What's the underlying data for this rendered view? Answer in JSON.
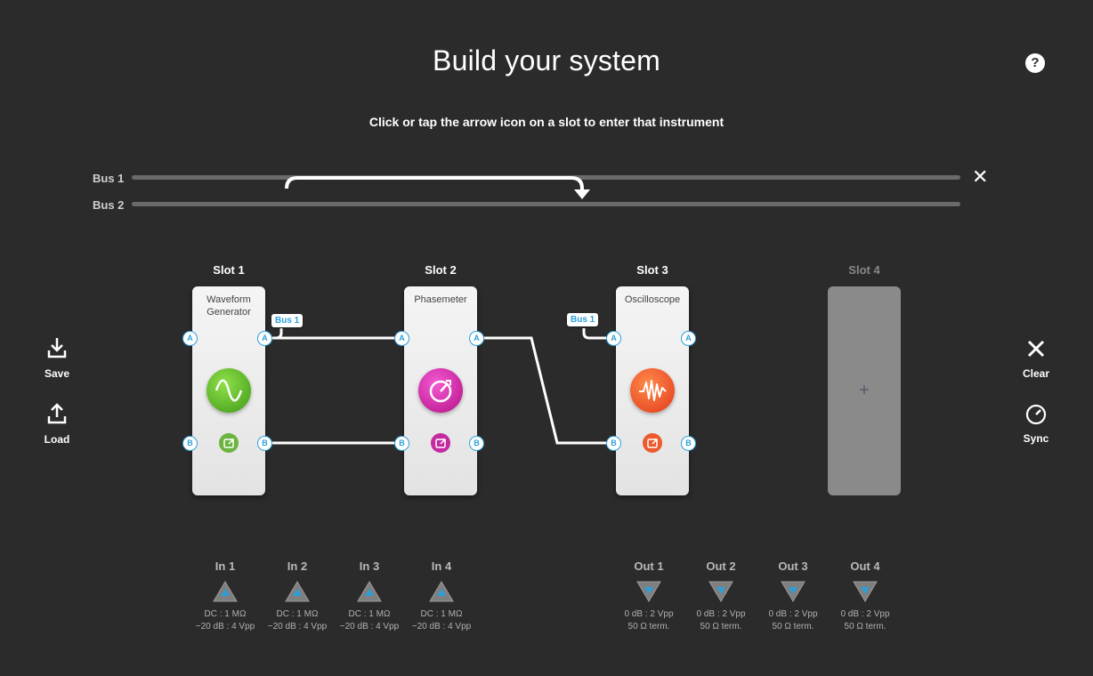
{
  "page": {
    "title": "Build your system",
    "subtitle": "Click or tap the arrow icon on a slot to enter that instrument",
    "help_icon": "?"
  },
  "buses": {
    "labels": [
      "Bus 1",
      "Bus 2"
    ],
    "close_icon": "✕"
  },
  "slots": [
    {
      "label": "Slot 1",
      "instrument": "Waveform Generator",
      "icon": "sine-wave-icon",
      "color": "#5cb02e"
    },
    {
      "label": "Slot 2",
      "instrument": "Phasemeter",
      "icon": "gauge-icon",
      "color": "#d21aa3"
    },
    {
      "label": "Slot 3",
      "instrument": "Oscilloscope",
      "icon": "waveform-icon",
      "color": "#f0542a"
    },
    {
      "label": "Slot 4",
      "instrument": "",
      "empty_icon": "+"
    }
  ],
  "ports": {
    "a": "A",
    "b": "B"
  },
  "bus_tags": [
    "Bus 1",
    "Bus 1"
  ],
  "left_actions": [
    {
      "label": "Save",
      "icon": "download-icon"
    },
    {
      "label": "Load",
      "icon": "upload-icon"
    }
  ],
  "right_actions": [
    {
      "label": "Clear",
      "icon": "close-icon"
    },
    {
      "label": "Sync",
      "icon": "gauge-icon"
    }
  ],
  "inputs": [
    {
      "name": "In 1",
      "spec1": "DC : 1 MΩ",
      "spec2": "−20 dB : 4 Vpp"
    },
    {
      "name": "In 2",
      "spec1": "DC : 1 MΩ",
      "spec2": "−20 dB : 4 Vpp"
    },
    {
      "name": "In 3",
      "spec1": "DC : 1 MΩ",
      "spec2": "−20 dB : 4 Vpp"
    },
    {
      "name": "In 4",
      "spec1": "DC : 1 MΩ",
      "spec2": "−20 dB : 4 Vpp"
    }
  ],
  "outputs": [
    {
      "name": "Out 1",
      "spec1": "0 dB : 2 Vpp",
      "spec2": "50 Ω term."
    },
    {
      "name": "Out 2",
      "spec1": "0 dB : 2 Vpp",
      "spec2": "50 Ω term."
    },
    {
      "name": "Out 3",
      "spec1": "0 dB : 2 Vpp",
      "spec2": "50 Ω term."
    },
    {
      "name": "Out 4",
      "spec1": "0 dB : 2 Vpp",
      "spec2": "50 Ω term."
    }
  ],
  "colors": {
    "background": "#2b2b2b",
    "port": "#2d9fd8",
    "io_triangle": "#7f7f7f"
  }
}
